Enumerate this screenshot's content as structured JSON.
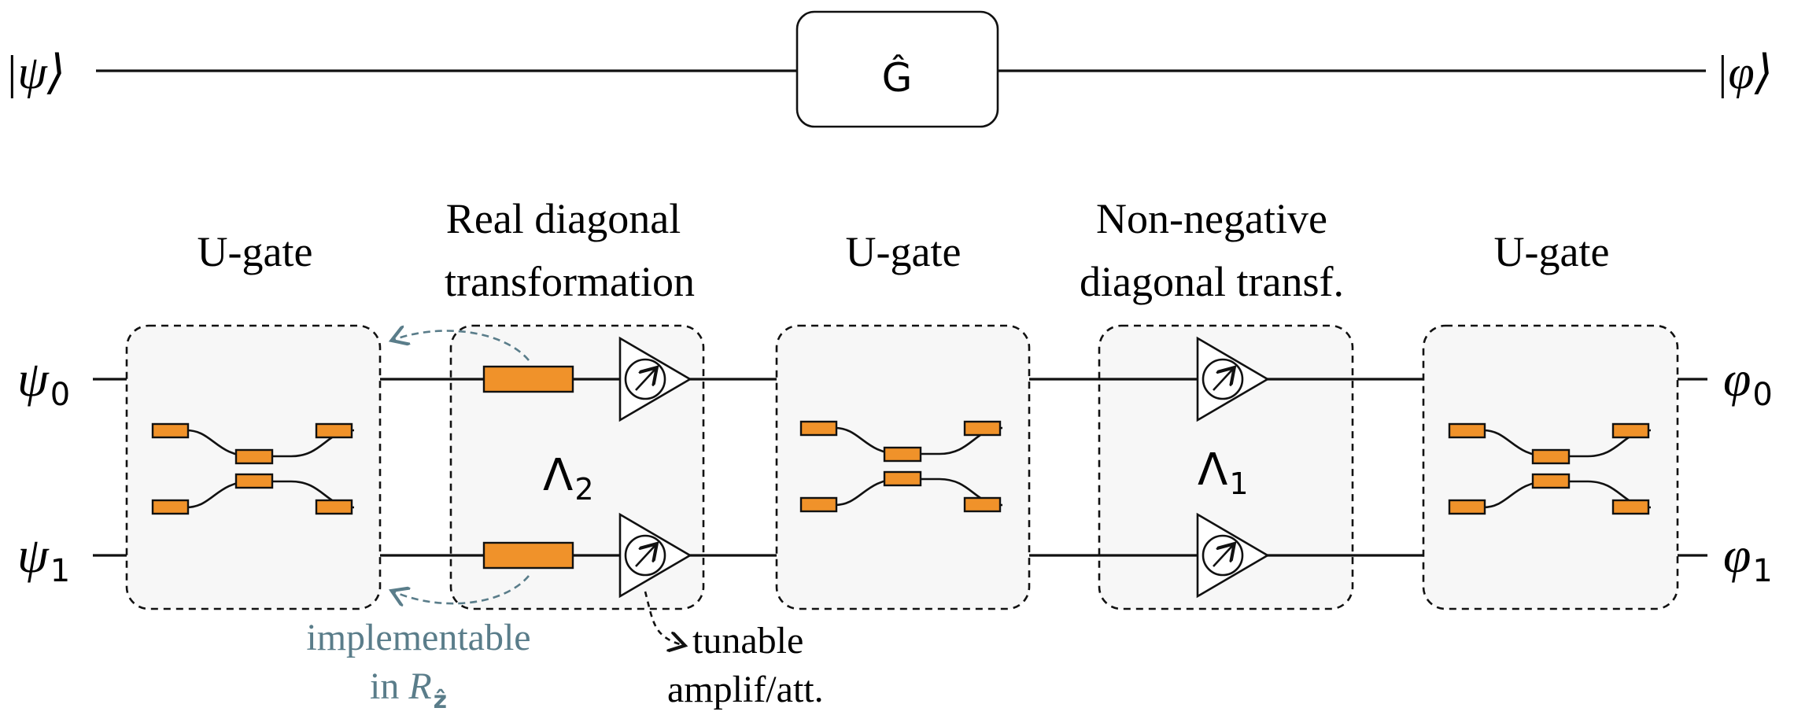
{
  "top": {
    "in_state": "|ψ⟩",
    "out_state": "|φ⟩",
    "gate": "Ĝ"
  },
  "headers": {
    "ugate1": "U-gate",
    "real_diag_line1": "Real diagonal",
    "real_diag_line2": "transformation",
    "ugate2": "U-gate",
    "nonneg_line1": "Non-negative",
    "nonneg_line2": "diagonal transf.",
    "ugate3": "U-gate"
  },
  "labels": {
    "psi0_sym": "ψ",
    "psi0_sub": "0",
    "psi1_sym": "ψ",
    "psi1_sub": "1",
    "phi0_sym": "φ",
    "phi0_sub": "0",
    "phi1_sym": "φ",
    "phi1_sub": "1",
    "lambda2_sym": "Λ",
    "lambda2_sub": "2",
    "lambda1_sym": "Λ",
    "lambda1_sub": "1"
  },
  "annotations": {
    "impl_line1": "implementable",
    "impl_line2_prefix": "in ",
    "impl_R": "R",
    "impl_sub": "ẑ",
    "tunable_line1": "tunable",
    "tunable_line2": "amplif/att."
  },
  "colors": {
    "component": "#f0922a",
    "annotation": "#5a7d8a",
    "box_fill": "#f7f7f7"
  }
}
